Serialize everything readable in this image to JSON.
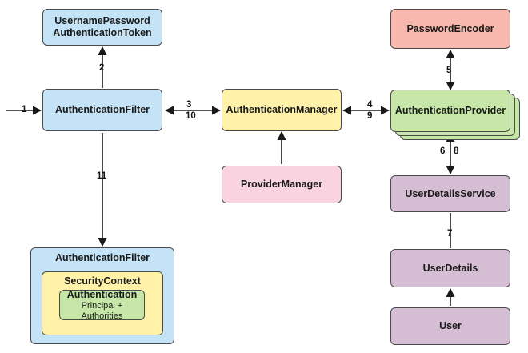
{
  "nodes": {
    "token": {
      "line1": "UsernamePassword",
      "line2": "AuthenticationToken"
    },
    "filter": "AuthenticationFilter",
    "manager": "AuthenticationManager",
    "provider_manager": "ProviderManager",
    "password_encoder": "PasswordEncoder",
    "provider": "AuthenticationProvider",
    "user_details_service": "UserDetailsService",
    "user_details": "UserDetails",
    "user": "User",
    "filter_container": "AuthenticationFilter",
    "security_context": "SecurityContext",
    "authentication": {
      "title": "Authentication",
      "subtitle": "Principal + Authorities"
    }
  },
  "steps": {
    "s1": "1",
    "s2": "2",
    "s3": "3",
    "s4": "4",
    "s5": "5",
    "s6": "6",
    "s7": "7",
    "s8": "8",
    "s9": "9",
    "s10": "10",
    "s11": "11"
  },
  "colors": {
    "blue": "#c5e3f6",
    "yellow": "#fff1a8",
    "pink": "#f9d3df",
    "salmon": "#f9b8ae",
    "green": "#c6e7a7",
    "purple": "#d5bdd4",
    "line": "#1a1a1a"
  }
}
